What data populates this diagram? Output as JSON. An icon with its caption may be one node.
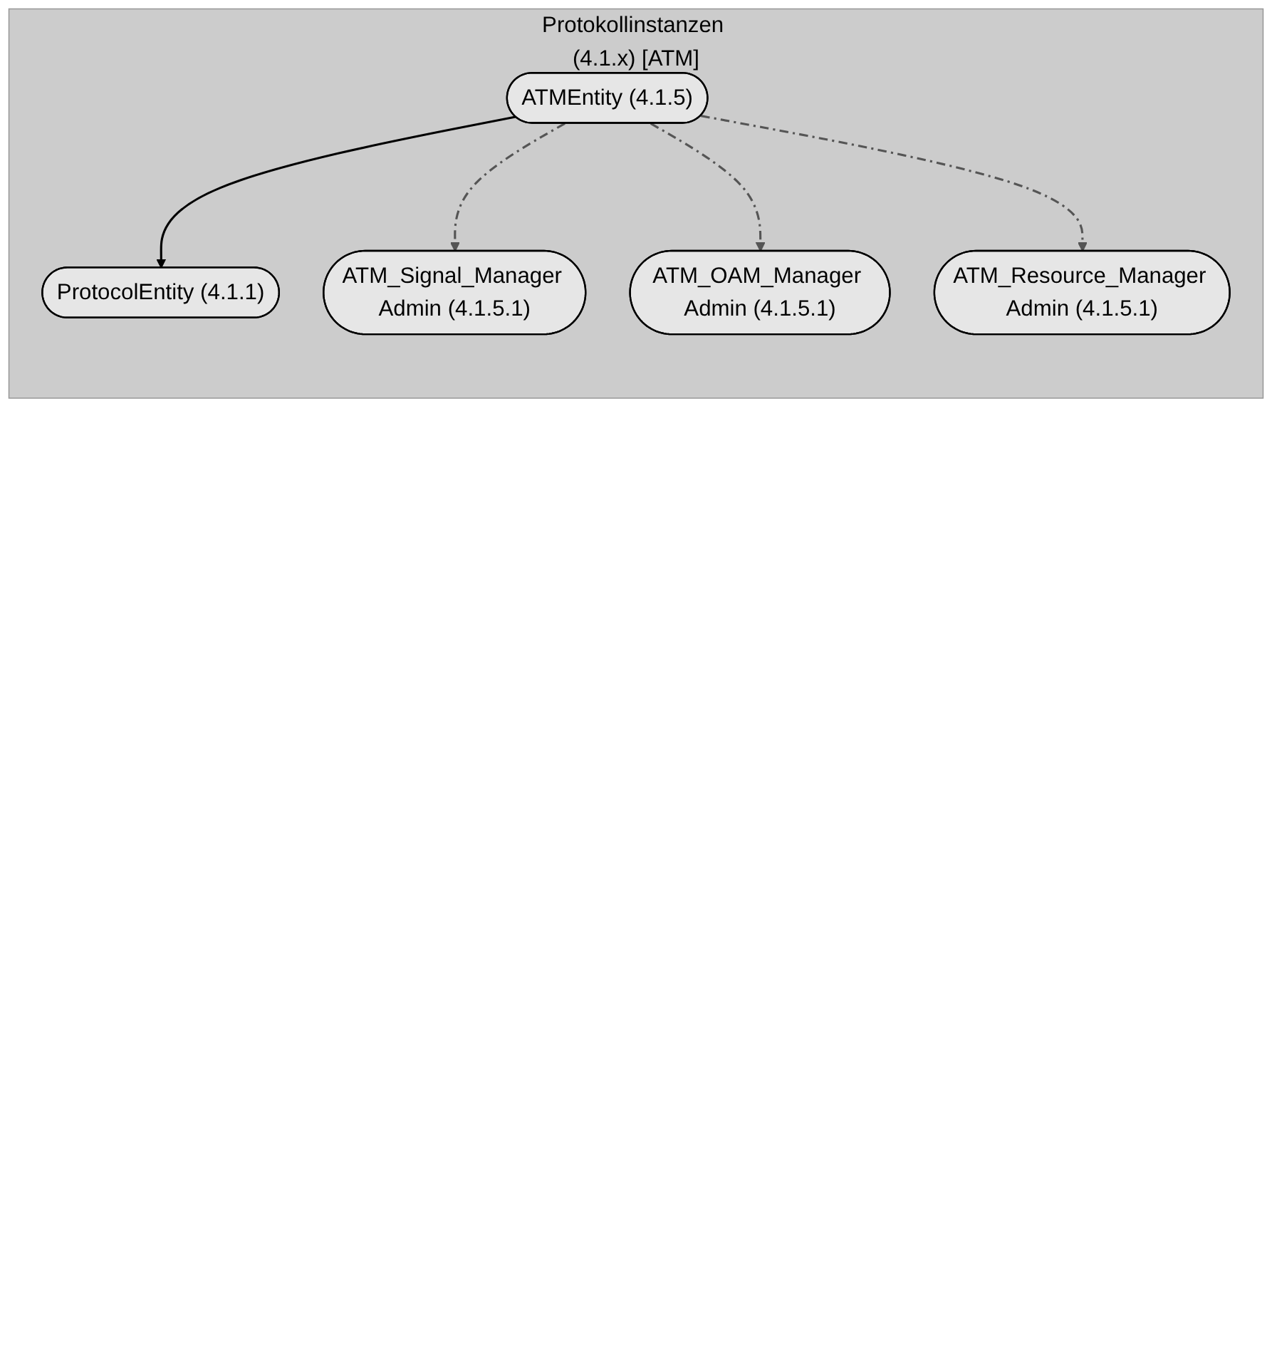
{
  "diagram": {
    "nodes": [
      {
        "text": [
          "Protokollinstanzen (4.1.x) [ATM]"
        ]
      },
      {
        "text": [
          "ProtocolEntity (4.1.1)"
        ],
        "in": 0
      },
      {
        "text": [
          "ATMEntity (4.1.5)"
        ],
        "in": 0
      },
      {
        "text": [
          "ATM_Signal_Manager Admin (4.1.5.1)"
        ],
        "in": 0
      },
      {
        "text": [
          "ATM_OAM_Manager Admin (4.1.5.1)"
        ],
        "in": 0
      },
      {
        "text": [
          "ATM_Resource_Manager Admin (4.1.5.1)"
        ],
        "in": 0
      }
    ],
    "edges": [
      {
        "from": 2,
        "to": 1,
        "arrow": "to"
      },
      {
        "from": 2,
        "to": 3,
        "arrow": "to",
        "style": "dashed",
        "color": "#555555"
      },
      {
        "from": 2,
        "to": 4,
        "arrow": "to",
        "style": "dashed",
        "color": "#555555"
      },
      {
        "from": 2,
        "to": 5,
        "arrow": "to",
        "style": "dashed",
        "color": "#555555"
      }
    ]
  }
}
